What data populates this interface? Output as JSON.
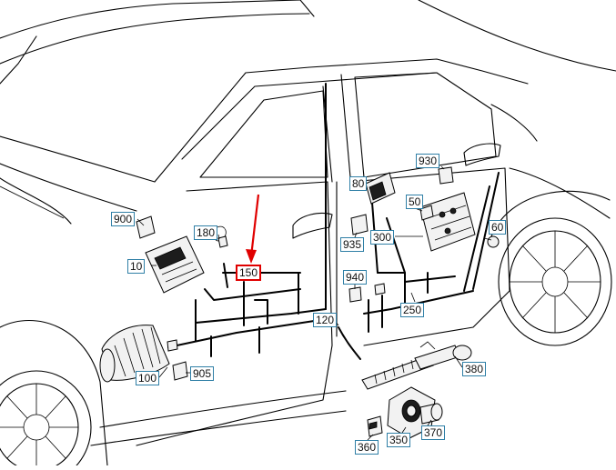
{
  "callouts": [
    {
      "id": "c900",
      "label": "900",
      "highlight": false
    },
    {
      "id": "c180",
      "label": "180",
      "highlight": false
    },
    {
      "id": "c10",
      "label": "10",
      "highlight": false
    },
    {
      "id": "c150",
      "label": "150",
      "highlight": true
    },
    {
      "id": "c100",
      "label": "100",
      "highlight": false
    },
    {
      "id": "c905",
      "label": "905",
      "highlight": false
    },
    {
      "id": "c120",
      "label": "120",
      "highlight": false
    },
    {
      "id": "c80",
      "label": "80",
      "highlight": false
    },
    {
      "id": "c935",
      "label": "935",
      "highlight": false
    },
    {
      "id": "c930",
      "label": "930",
      "highlight": false
    },
    {
      "id": "c50",
      "label": "50",
      "highlight": false
    },
    {
      "id": "c300",
      "label": "300",
      "highlight": false
    },
    {
      "id": "c60",
      "label": "60",
      "highlight": false
    },
    {
      "id": "c940",
      "label": "940",
      "highlight": false
    },
    {
      "id": "c250",
      "label": "250",
      "highlight": false
    },
    {
      "id": "c380",
      "label": "380",
      "highlight": false
    },
    {
      "id": "c360",
      "label": "360",
      "highlight": false
    },
    {
      "id": "c350",
      "label": "350",
      "highlight": false
    },
    {
      "id": "c370",
      "label": "370",
      "highlight": false
    }
  ],
  "colors": {
    "highlight": "#e00000",
    "callout_border": "#2f7fa6",
    "line": "#000000"
  }
}
